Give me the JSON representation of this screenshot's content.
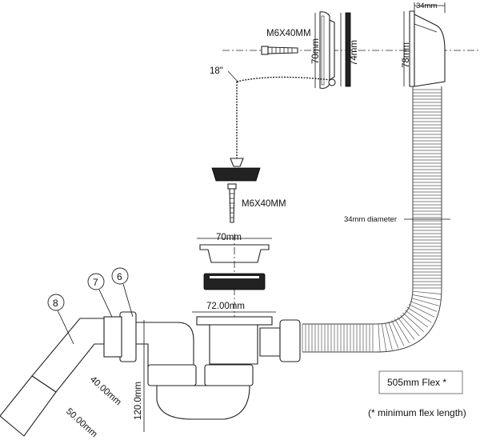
{
  "labels": {
    "screw_top": "M6X40MM",
    "screw_mid": "M6X40MM",
    "angle": "18\"",
    "overflow_height_70": "70mm",
    "overflow_height_74": "74mm",
    "overflow_height_78": "78mm",
    "overflow_depth": "34mm",
    "hose_diameter": "34mm diameter",
    "waste_width": "70mm",
    "outlet_width": "72.00mm",
    "trap_height": "120.0mm",
    "pipe_40": "40.00mm",
    "pipe_50": "50.00mm",
    "flex_length": "505mm Flex *",
    "footnote": "(* minimum flex length)",
    "callout_6": "6",
    "callout_7": "7",
    "callout_8": "8"
  },
  "colors": {
    "line": "#222222",
    "dark_part": "#222222",
    "background": "#ffffff"
  }
}
